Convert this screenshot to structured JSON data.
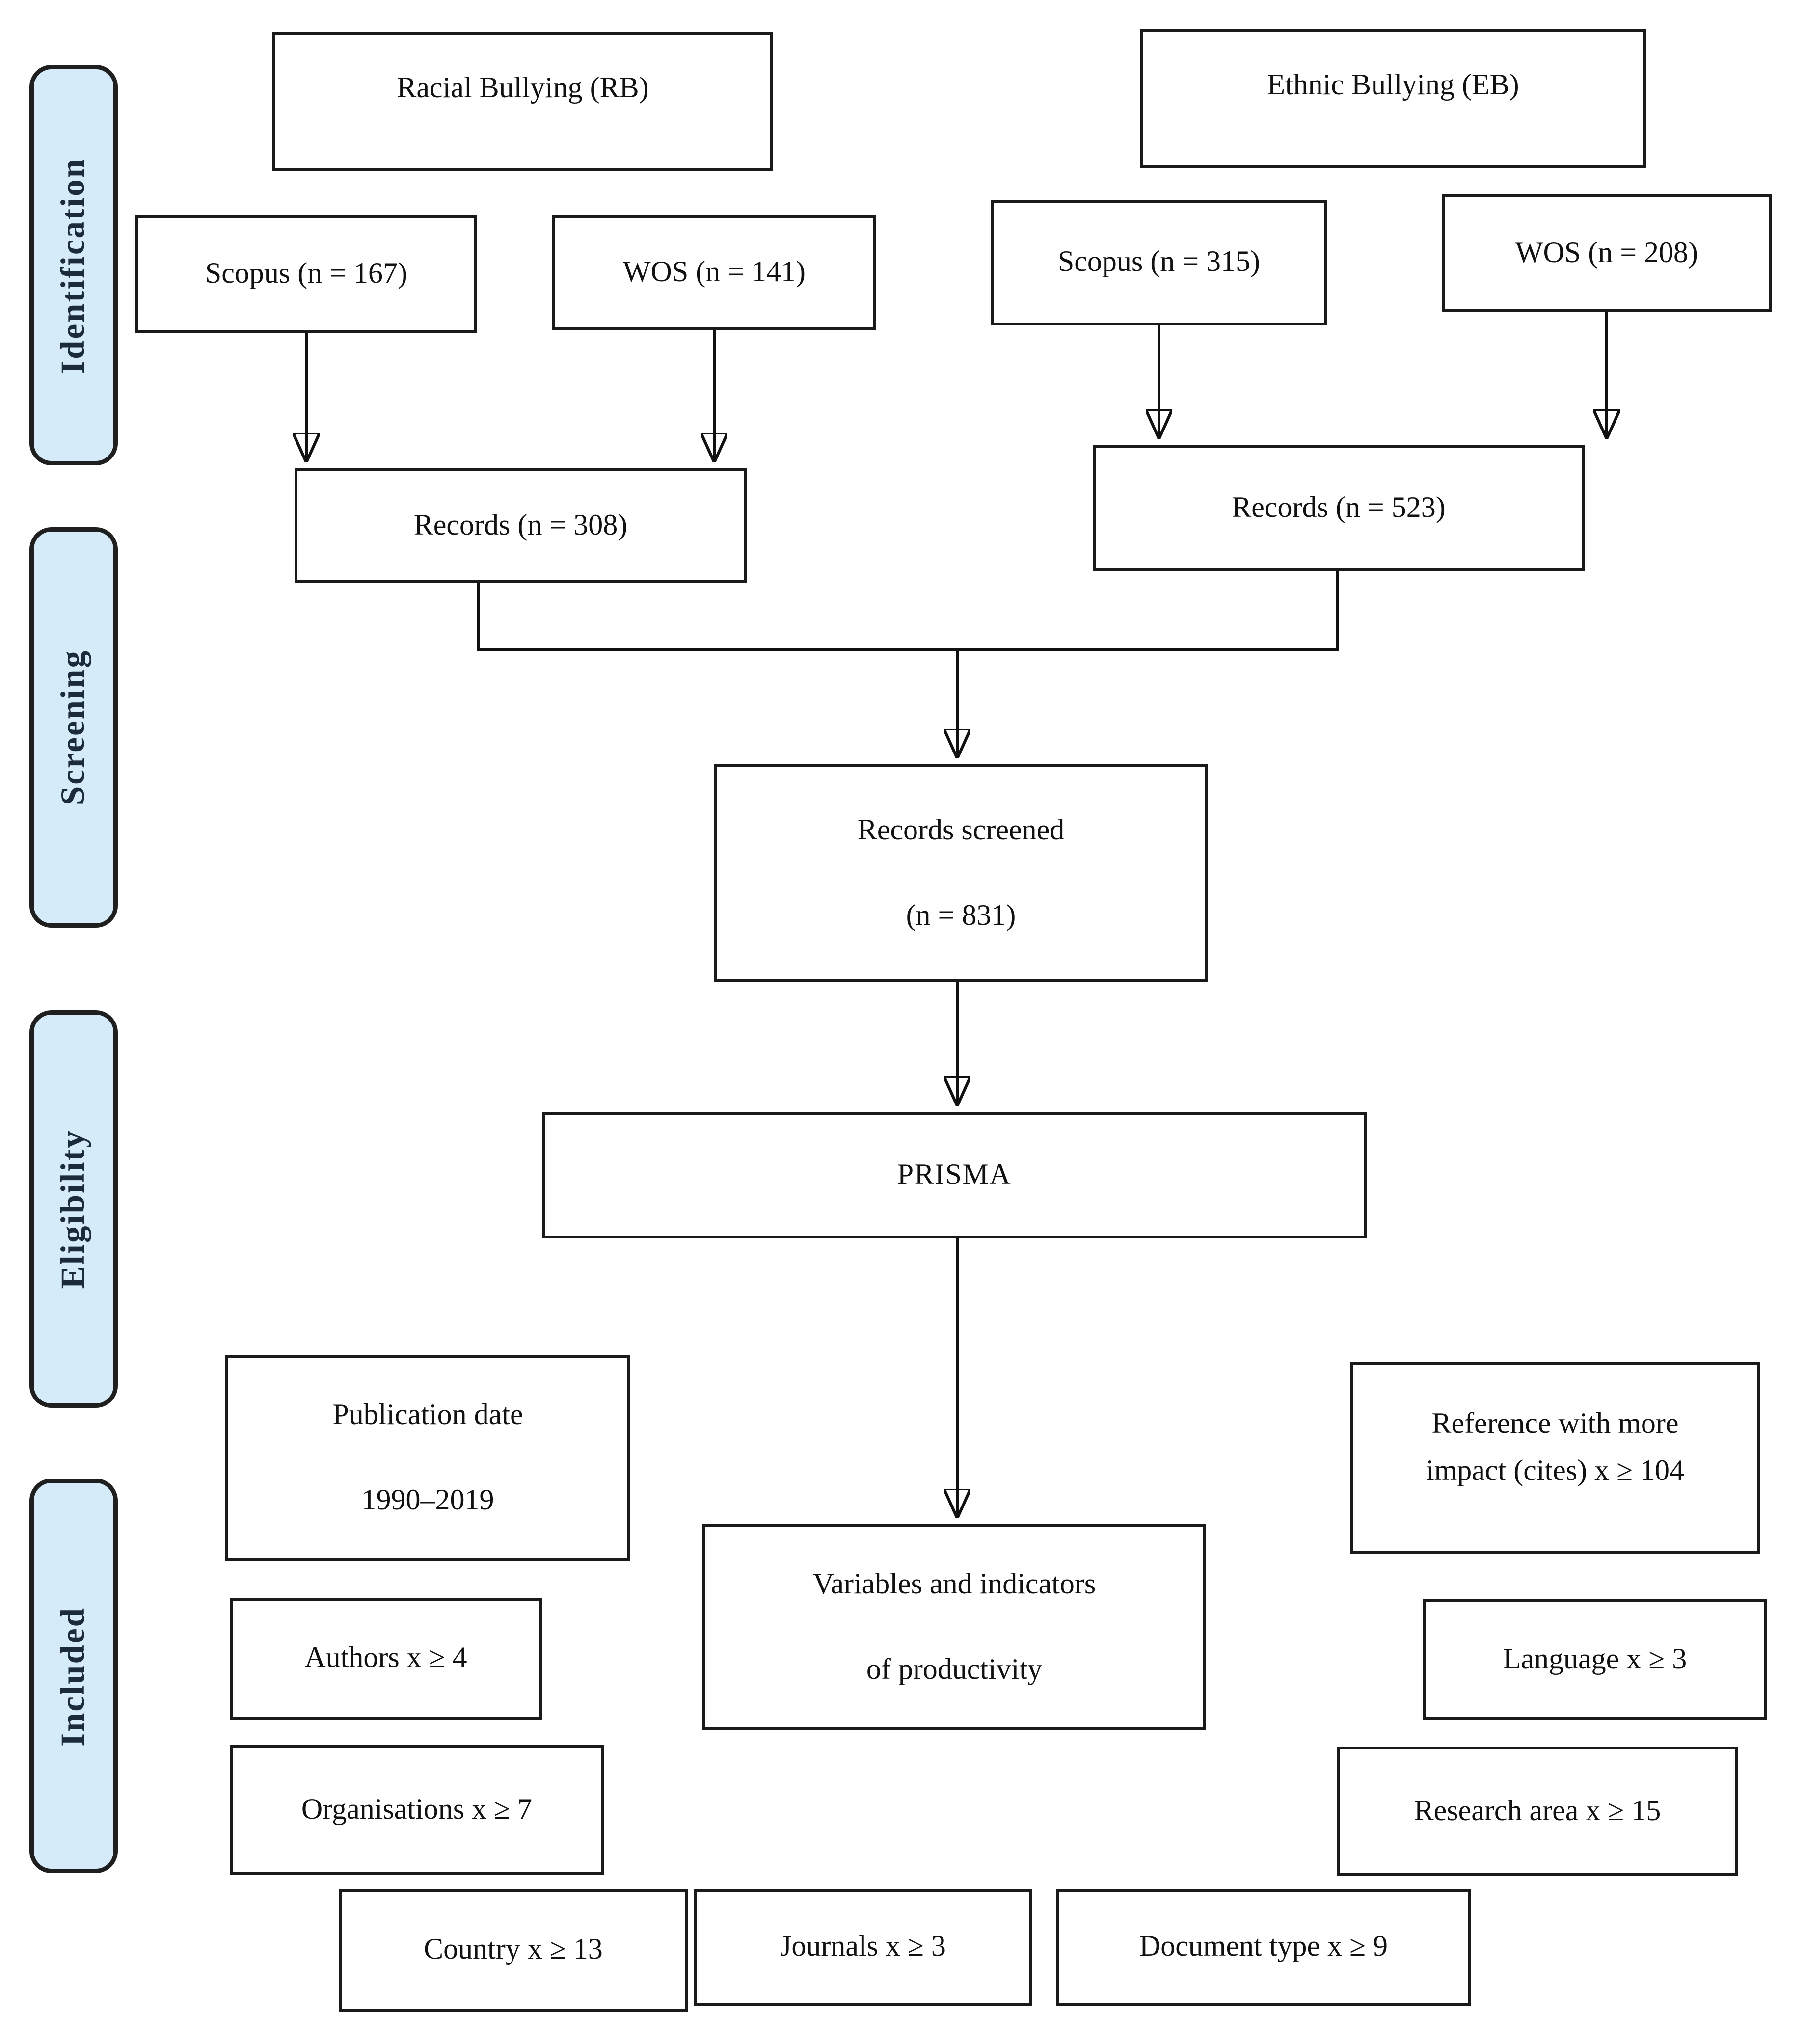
{
  "stages": [
    {
      "id": "identification",
      "label": "Identification"
    },
    {
      "id": "screening",
      "label": "Screening"
    },
    {
      "id": "eligibility",
      "label": "Eligibility"
    },
    {
      "id": "included",
      "label": "Included"
    }
  ],
  "nodes": {
    "racial_bullying": {
      "label": "Racial Bullying (RB)"
    },
    "ethnic_bullying": {
      "label": "Ethnic Bullying (EB)"
    },
    "rb_scopus": {
      "label": "Scopus (n = 167)"
    },
    "rb_wos": {
      "label": "WOS (n = 141)"
    },
    "eb_scopus": {
      "label": "Scopus (n = 315)"
    },
    "eb_wos": {
      "label": "WOS (n = 208)"
    },
    "rb_records": {
      "label": "Records (n = 308)"
    },
    "eb_records": {
      "label": "Records (n = 523)"
    },
    "records_screened": {
      "line1": "Records screened",
      "line2": "(n = 831)"
    },
    "prisma": {
      "label": "PRISMA"
    },
    "variables": {
      "line1": "Variables and indicators",
      "line2": "of productivity"
    },
    "publication_date": {
      "line1": "Publication date",
      "line2": "1990–2019"
    },
    "authors": {
      "label": "Authors x ≥ 4"
    },
    "organisations": {
      "label": "Organisations x ≥ 7"
    },
    "reference_impact": {
      "line1": "Reference with more",
      "line2": "impact (cites) x ≥ 104"
    },
    "language": {
      "label": "Language x ≥ 3"
    },
    "research_area": {
      "label": "Research area x ≥ 15"
    },
    "country": {
      "label": "Country x ≥ 13"
    },
    "journals": {
      "label": "Journals x ≥ 3"
    },
    "document_type": {
      "label": "Document type x ≥ 9"
    }
  },
  "colors": {
    "stage_fill": "#d5ebf9",
    "stage_border": "#1f1f1f",
    "stage_text": "#1c2b39",
    "box_border": "#1a1a1a",
    "text": "#111111",
    "arrow": "#111111",
    "bg": "#ffffff"
  }
}
